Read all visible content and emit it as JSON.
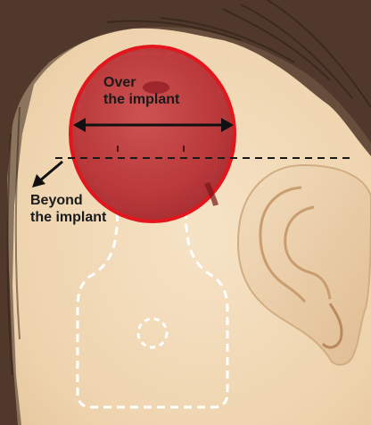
{
  "labels": {
    "over_line1": "Over",
    "over_line2": "the implant",
    "beyond_line1": "Beyond",
    "beyond_line2": "the implant"
  },
  "colors": {
    "skin": "#f1d9b7",
    "hair": "#5a3e2f",
    "implant_fill": "#c0282c",
    "implant_outline": "#e0151b",
    "dashed_outline": "#ffffff",
    "arrow": "#111111"
  },
  "icons": [
    "head-side-illustration",
    "ear-illustration",
    "hair-illustration"
  ]
}
